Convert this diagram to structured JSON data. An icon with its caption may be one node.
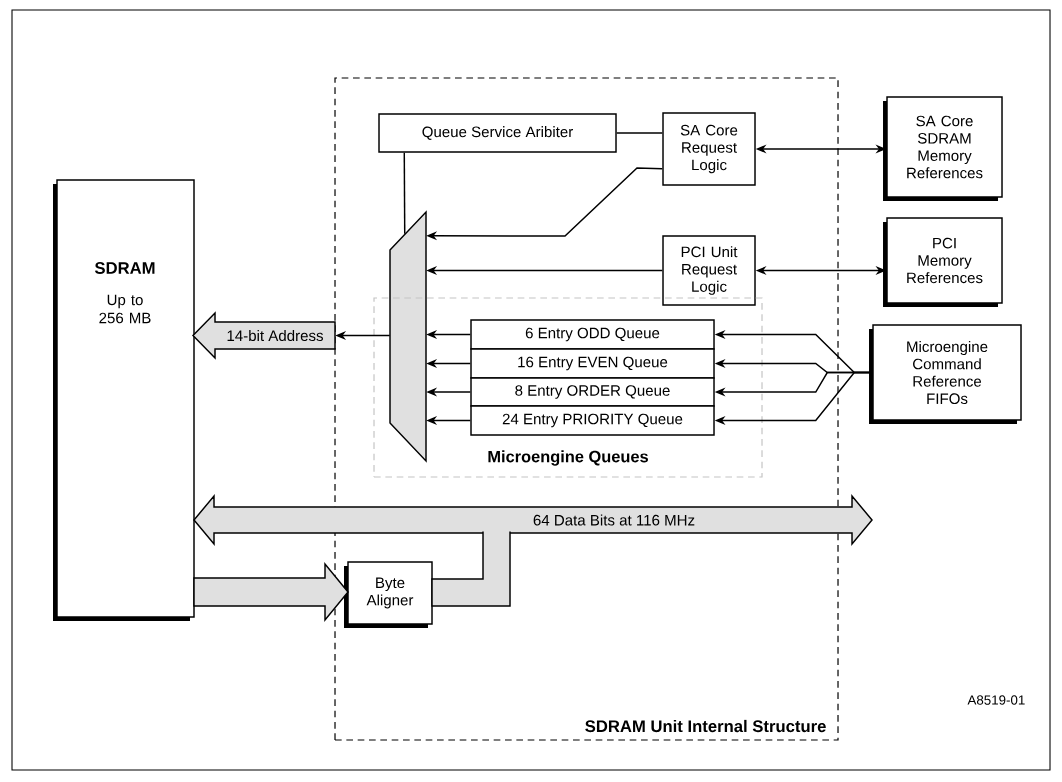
{
  "diagram": {
    "nodes": [
      {
        "text": [
          "SDRAM Unit Internal Structure"
        ]
      },
      {
        "text": [
          "SDRAM",
          "Up to 256 MB"
        ]
      },
      {
        "text": [
          "Queue Service Aribiter"
        ],
        "in": 0
      },
      {
        "text": [
          "SA Core Request Logic"
        ],
        "in": 0
      },
      {
        "text": [
          "PCI Unit Request Logic"
        ],
        "in": 0
      },
      {
        "text": [],
        "shape": "trapezoid",
        "in": 0
      },
      {
        "text": [
          "Microengine Queues"
        ],
        "in": 0
      },
      {
        "text": [
          "6 Entry ODD Queue"
        ],
        "in": 6
      },
      {
        "text": [
          "16 Entry EVEN Queue"
        ],
        "in": 6
      },
      {
        "text": [
          "8 Entry ORDER Queue"
        ],
        "in": 6
      },
      {
        "text": [
          "24 Entry PRIORITY Queue"
        ],
        "in": 6
      },
      {
        "text": [
          "SA Core SDRAM Memory References"
        ]
      },
      {
        "text": [
          "PCI Memory References"
        ]
      },
      {
        "text": [
          "Microengine Command Reference FIFOs"
        ]
      },
      {
        "text": [
          "14-bit Address"
        ]
      },
      {
        "text": [
          "Byte Aligner"
        ],
        "in": 0
      }
    ],
    "edges": [
      {
        "from": 2,
        "to": 3,
        "arrow": "none"
      },
      {
        "from": 2,
        "to": 5,
        "arrow": "none"
      },
      {
        "from": 3,
        "to": 5,
        "arrow": "to"
      },
      {
        "from": 4,
        "to": 5,
        "arrow": "to"
      },
      {
        "from": 3,
        "to": 11,
        "arrow": "both"
      },
      {
        "from": 4,
        "to": 12,
        "arrow": "both"
      },
      {
        "from": 7,
        "to": 5,
        "arrow": "to"
      },
      {
        "from": 8,
        "to": 5,
        "arrow": "to"
      },
      {
        "from": 9,
        "to": 5,
        "arrow": "to"
      },
      {
        "from": 10,
        "to": 5,
        "arrow": "to"
      },
      {
        "from": 13,
        "to": 7,
        "arrow": "to"
      },
      {
        "from": 13,
        "to": 8,
        "arrow": "to"
      },
      {
        "from": 13,
        "to": 9,
        "arrow": "to"
      },
      {
        "from": 13,
        "to": 10,
        "arrow": "to"
      },
      {
        "from": 5,
        "to": 14,
        "arrow": "to"
      },
      {
        "from": 1,
        "to": 15,
        "arrow": "to",
        "style": "thick"
      },
      {
        "from": 1,
        "to": null,
        "arrow": "both",
        "style": "thick",
        "label": "64 Data Bits at 116 MHz"
      },
      {
        "from": 15,
        "to": null,
        "arrow": "none",
        "style": "thick"
      }
    ],
    "labels": [
      "A8519-01"
    ]
  }
}
